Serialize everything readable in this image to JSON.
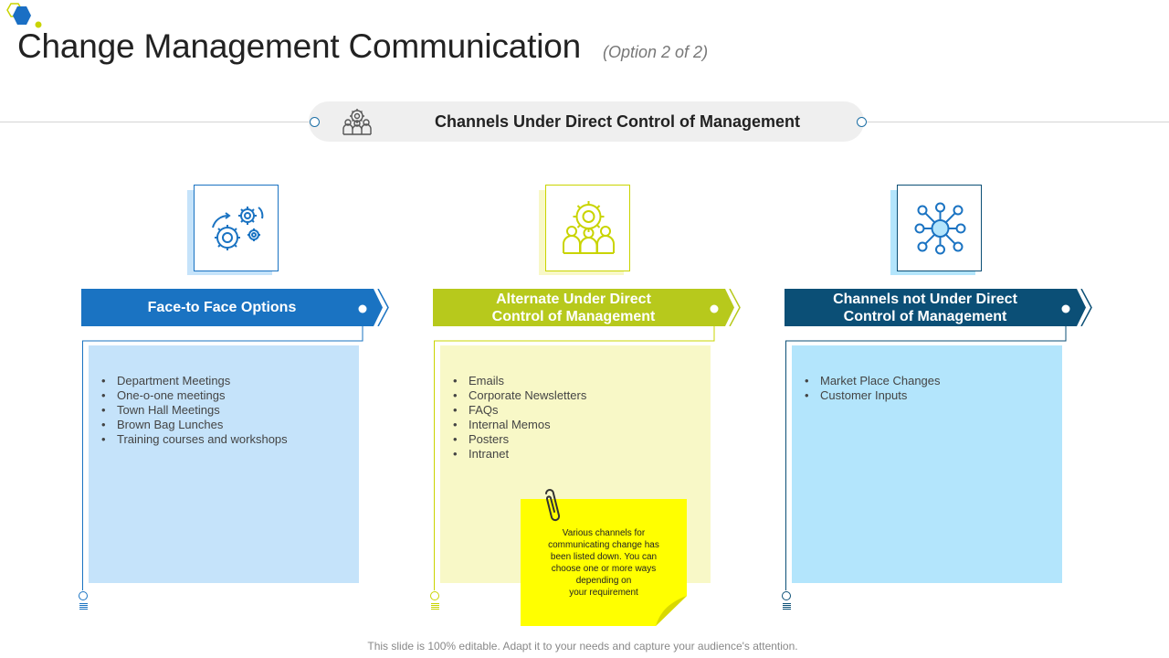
{
  "header": {
    "title": "Change Management Communication",
    "subtitle": "(Option 2 of 2)"
  },
  "center_pill": {
    "label": "Channels Under Direct Control of Management",
    "icon": "team-gear-icon"
  },
  "columns": [
    {
      "icon": "gears-icon",
      "title": "Face-to Face Options",
      "accent": "#1a73c2",
      "panel_color": "#c5e3fa",
      "items": [
        "Department Meetings",
        "One-o-one  meetings",
        "Town Hall Meetings",
        "Brown Bag Lunches",
        "Training  courses and workshops"
      ]
    },
    {
      "icon": "team-gear-icon",
      "title_line1": "Alternate Under Direct",
      "title_line2": "Control of Management",
      "accent": "#b7c91c",
      "panel_color": "#f8f8c7",
      "items": [
        "Emails",
        "Corporate  Newsletters",
        "FAQs",
        "Internal  Memos",
        "Posters",
        "Intranet"
      ]
    },
    {
      "icon": "network-hub-icon",
      "title_line1": "Channels not Under Direct",
      "title_line2": "Control of Management",
      "accent": "#0b4f76",
      "panel_color": "#b3e5fc",
      "items": [
        "Market Place Changes",
        "Customer Inputs"
      ]
    }
  ],
  "sticky_note": {
    "line1": "Various channels for",
    "line2": "communicating change has",
    "line3": "been listed down. You can",
    "line4": "choose one or more ways",
    "line5": "depending on",
    "line6": "your requirement",
    "color": "#ffff00"
  },
  "footer": "This slide is 100% editable. Adapt it to your needs and capture your audience's attention."
}
